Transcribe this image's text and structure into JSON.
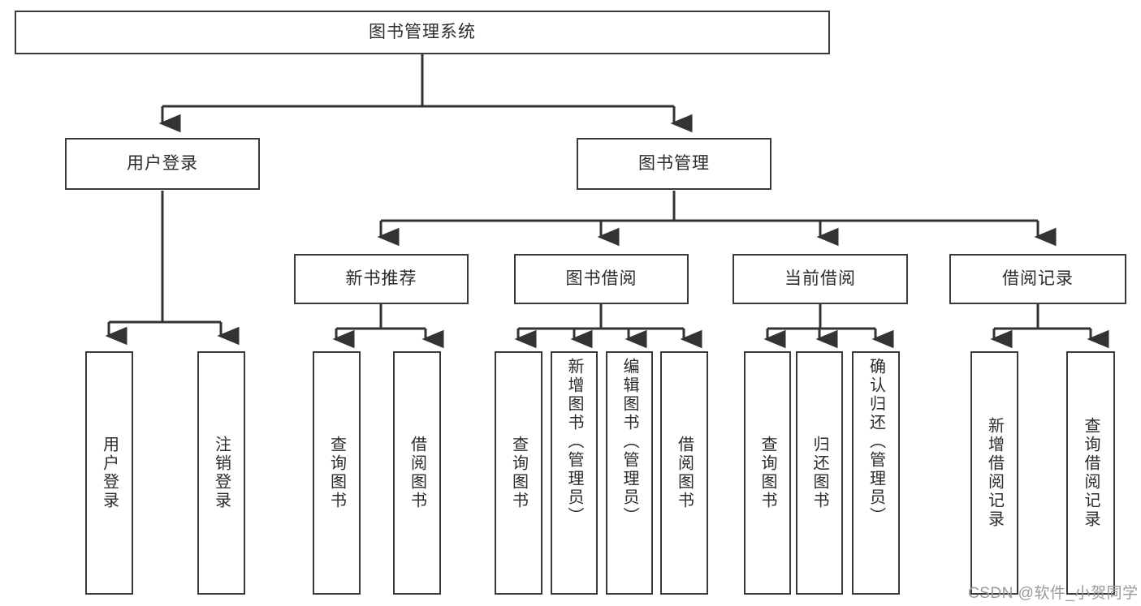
{
  "diagram": {
    "type": "tree-hierarchy-chart",
    "title": "图书管理系统",
    "watermark": "CSDN @软件_小贺同学",
    "colors": {
      "box_border": "#3a3a3a",
      "box_fill": "#ffffff",
      "connector": "#333333",
      "text": "#2b2b2b",
      "watermark": "#9a9a9a"
    },
    "nodes": {
      "root": {
        "label": "图书管理系统"
      },
      "level2": [
        {
          "label": "用户登录"
        },
        {
          "label": "图书管理"
        }
      ],
      "level3": [
        {
          "label": "新书推荐"
        },
        {
          "label": "图书借阅"
        },
        {
          "label": "当前借阅"
        },
        {
          "label": "借阅记录"
        }
      ],
      "leaves": {
        "user_login": [
          {
            "label": "用户登录"
          },
          {
            "label": "注销登录"
          }
        ],
        "new_book_recommend": [
          {
            "label": "查询图书"
          },
          {
            "label": "借阅图书"
          }
        ],
        "book_borrow": [
          {
            "label": "查询图书"
          },
          {
            "label": "新增图书（管理员）"
          },
          {
            "label": "编辑图书（管理员）"
          },
          {
            "label": "借阅图书"
          }
        ],
        "current_borrow": [
          {
            "label": "查询图书"
          },
          {
            "label": "归还图书"
          },
          {
            "label": "确认归还（管理员）"
          }
        ],
        "borrow_record": [
          {
            "label": "新增借阅记录"
          },
          {
            "label": "查询借阅记录"
          }
        ]
      }
    }
  }
}
